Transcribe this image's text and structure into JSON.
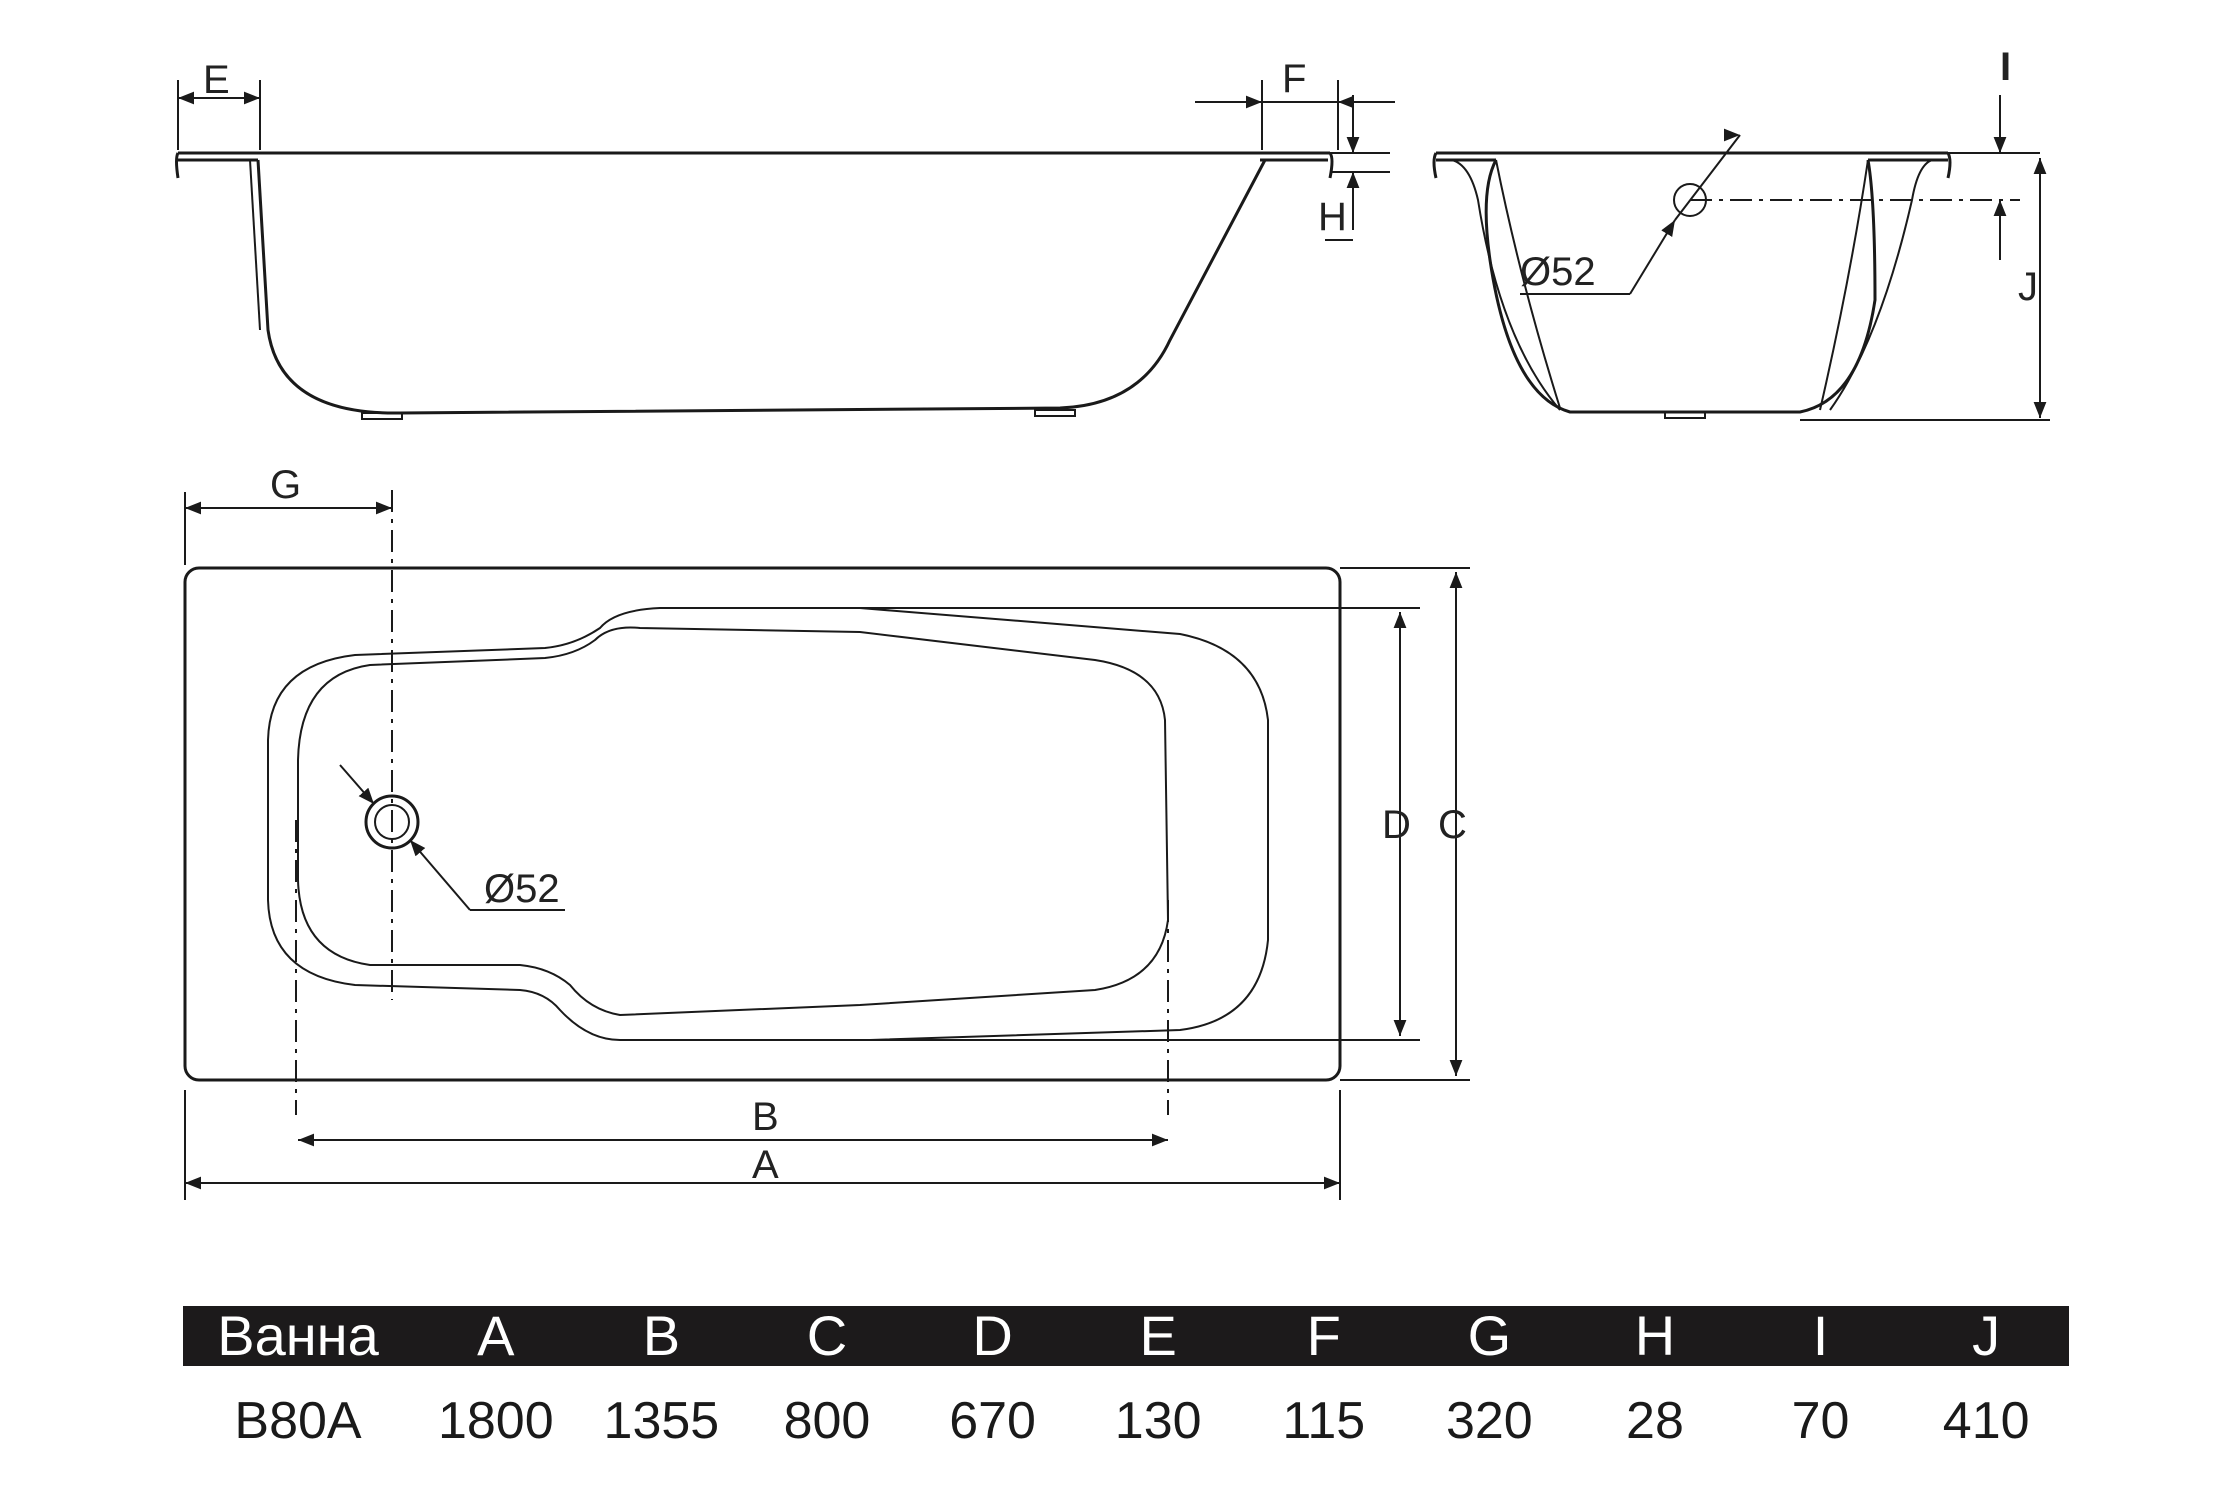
{
  "labels": {
    "E": "E",
    "F": "F",
    "H": "H",
    "I": "I",
    "J": "J",
    "G": "G",
    "D": "D",
    "C": "C",
    "B": "B",
    "A": "A",
    "drain_side": "Ø52",
    "drain_top": "Ø52"
  },
  "table": {
    "headers": [
      "Ванна",
      "A",
      "B",
      "C",
      "D",
      "E",
      "F",
      "G",
      "H",
      "I",
      "J"
    ],
    "row": [
      "B80A",
      "1800",
      "1355",
      "800",
      "670",
      "130",
      "115",
      "320",
      "28",
      "70",
      "410"
    ]
  }
}
